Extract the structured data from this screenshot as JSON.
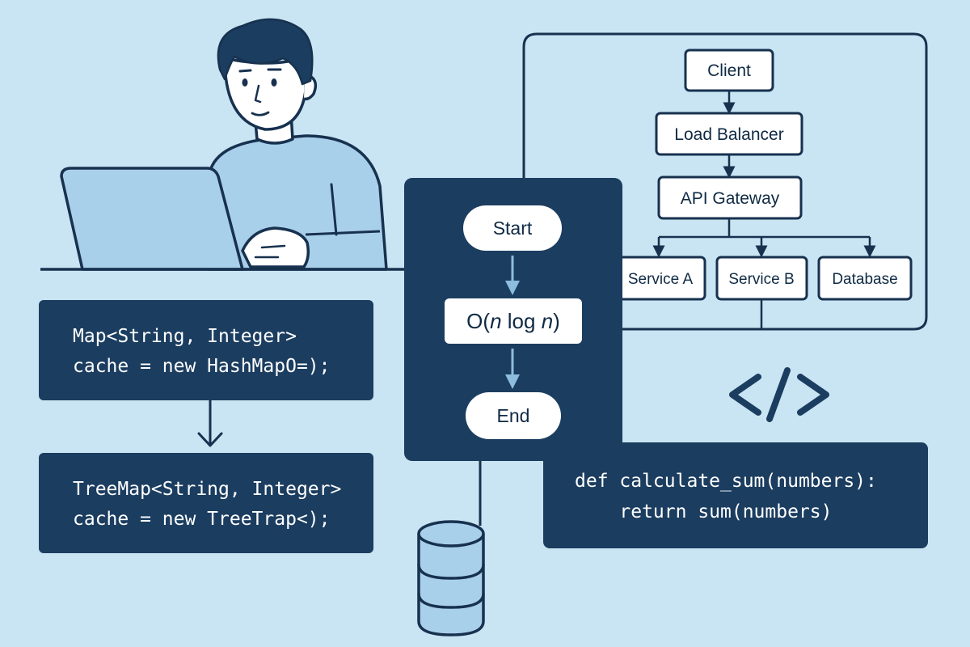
{
  "colors": {
    "background": "#c9e4f2",
    "navy": "#1b3d60",
    "outline": "#17314f",
    "light_blue": "#a9d0ea",
    "mid_blue": "#8cbddf",
    "white": "#ffffff"
  },
  "architecture": {
    "client": "Client",
    "load_balancer": "Load Balancer",
    "api_gateway": "API Gateway",
    "service_a": "Service A",
    "service_b": "Service B",
    "database": "Database"
  },
  "flowchart": {
    "start": "Start",
    "complexity_prefix": "O(",
    "complexity_n1": "n",
    "complexity_log": " log ",
    "complexity_n2": "n",
    "complexity_suffix": ")",
    "end": "End"
  },
  "code_java_1": {
    "line1": "Map<String, Integer>",
    "line2": "cache = new HashMapO=);"
  },
  "code_java_2": {
    "line1": "TreeMap<String, Integer>",
    "line2": "cache = new TreeTrap<);"
  },
  "code_python": {
    "line1": "def calculate_sum(numbers):",
    "line2": "    return sum(numbers)"
  },
  "icons": {
    "code_tag": "code-brackets-icon",
    "database": "database-cylinder-icon",
    "person": "developer-person-icon",
    "laptop": "laptop-icon"
  }
}
